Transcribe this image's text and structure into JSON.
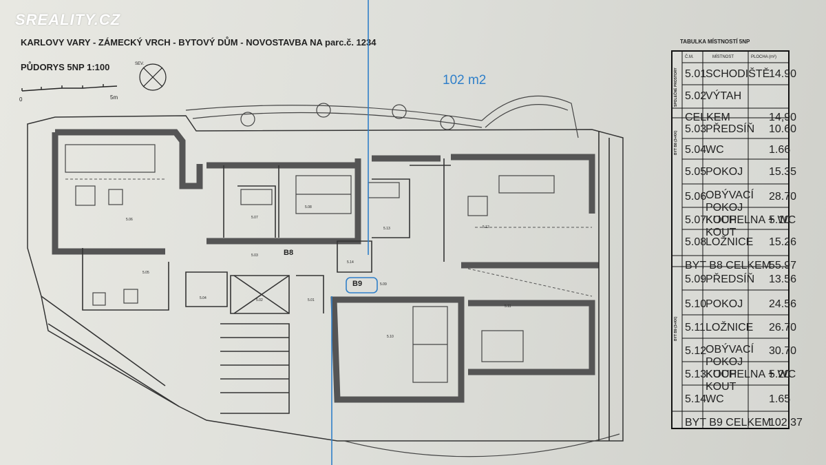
{
  "watermark": "SREALITY.CZ",
  "title": {
    "line1": "KARLOVY VARY -  ZÁMECKÝ VRCH - BYTOVÝ DŮM - NOVOSTAVBA NA parc.č. 1234",
    "line2": "PŮDORYS 5NP 1:100"
  },
  "scale": {
    "start": "0",
    "end": "5m"
  },
  "area_annotation": "102 m2",
  "rooms": {
    "r506": "5.06",
    "r507": "5.07",
    "r508": "5.08",
    "r513": "5.13",
    "r512": "5.12",
    "r503": "5.03",
    "r514": "5.14",
    "r509": "5.09",
    "r505": "5.05",
    "r504": "5.04",
    "r502": "5.02",
    "r501": "5.01",
    "r510": "5.10",
    "r511": "5.11",
    "b8": "B8",
    "b9": "B9"
  },
  "table": {
    "title": "TABULKA MÍSTNOSTÍ 5NP",
    "headers": {
      "num": "Č.M.",
      "name": "MÍSTNOST",
      "area": "PLOCHA (m²)"
    },
    "group1": {
      "label": "SPOLEČNÉ PROSTORY",
      "rows": [
        {
          "num": "5.01",
          "name": "SCHODIŠTĚ",
          "area": "14.90"
        },
        {
          "num": "5.02",
          "name": "VÝTAH",
          "area": ""
        }
      ],
      "total_label": "CELKEM",
      "total": "14,90"
    },
    "group2": {
      "label": "BYT B8 (3+KK)",
      "rows": [
        {
          "num": "5.03",
          "name": "PŘEDSÍŇ",
          "area": "10.60"
        },
        {
          "num": "5.04",
          "name": "WC",
          "area": "1.66"
        },
        {
          "num": "5.05",
          "name": "POKOJ",
          "area": "15.35"
        },
        {
          "num": "5.06",
          "name": "OBÝVACÍ POKOJ KUCH. KOUT",
          "area": "28.70"
        },
        {
          "num": "5.07",
          "name": "KOUPELNA + WC",
          "area": "5.10"
        },
        {
          "num": "5.08",
          "name": "LOŽNICE",
          "area": "15.26"
        }
      ],
      "total_label": "BYT B8 CELKEM",
      "total": "55.97"
    },
    "group3": {
      "label": "BYT B9 (3+KK)",
      "rows": [
        {
          "num": "5.09",
          "name": "PŘEDSÍŇ",
          "area": "13.56"
        },
        {
          "num": "5.10",
          "name": "POKOJ",
          "area": "24.56"
        },
        {
          "num": "5.11",
          "name": "LOŽNICE",
          "area": "26.70"
        },
        {
          "num": "5.12",
          "name": "OBÝVACÍ POKOJ KUCH. KOUT",
          "area": "30.70"
        },
        {
          "num": "5.13",
          "name": "KOUPELNA + WC",
          "area": "5.20"
        },
        {
          "num": "5.14",
          "name": "WC",
          "area": "1.65"
        }
      ],
      "total_label": "BYT B9 CELKEM",
      "total": "102.37"
    }
  },
  "colors": {
    "annotation": "#2f7fc9",
    "wall": "#5a5a5a",
    "line": "#333333"
  }
}
